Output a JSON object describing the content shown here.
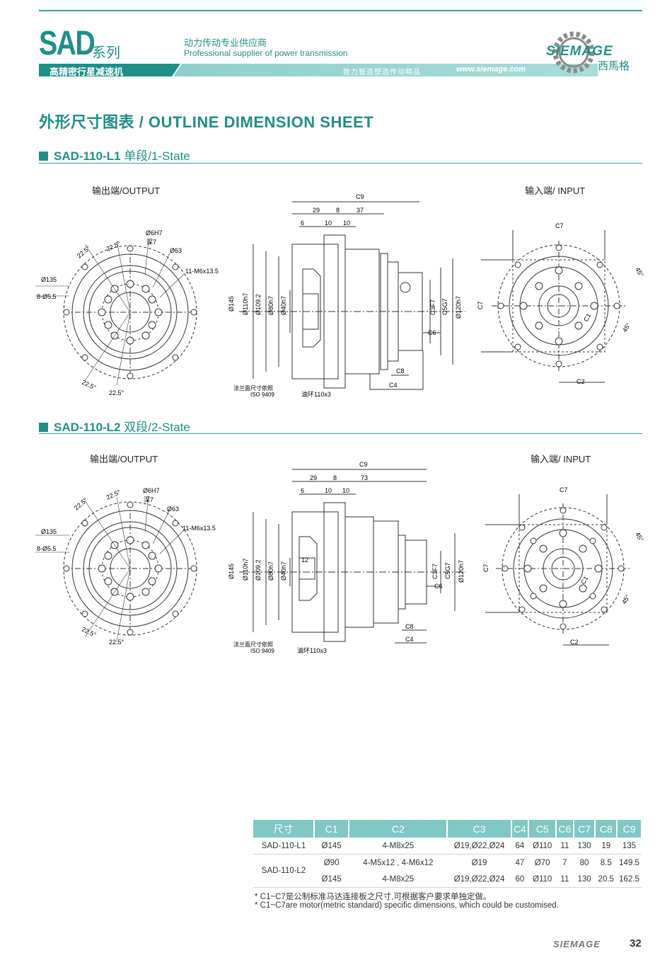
{
  "header": {
    "series_logo": "SAD",
    "series_word": "系列",
    "tagline_cn": "动力传动专业供应商",
    "tagline_en": "Professional supplier of power transmission",
    "bar_title": "高精密行星减速机",
    "bar_slogan": "致力智造塑造传动精品",
    "url": "www.siemage.com",
    "brand": "SIEMAGE",
    "brand_cn": "西馬格"
  },
  "sheet_title": "外形尺寸图表 / OUTLINE DIMENSION SHEET",
  "sections": [
    {
      "model": "SAD-110-L1",
      "stage": "单段/1-State",
      "output_label": "输出端/OUTPUT",
      "input_label": "输入端/ INPUT",
      "front": {
        "angle1": "22.5°",
        "angle2": "22.5°",
        "angle3": "22.5°",
        "angle4": "22.5°",
        "pin": "Ø6H7",
        "depth": "深7",
        "pcd": "Ø63",
        "thread": "11-M6x13.5",
        "bolt_circle": "Ø135",
        "holes": "8-Ø5.5"
      },
      "side": {
        "d29": "29",
        "d8": "8",
        "d37": "37",
        "d6": "6",
        "d10a": "10",
        "d10b": "10",
        "c9": "C9",
        "dia145": "Ø145",
        "dia110": "Ø110h7",
        "dia109": "Ø109.2",
        "dia80": "Ø80h7",
        "dia40": "Ø40h7",
        "c3": "C3F7",
        "c5": "C5G7",
        "dia120": "Ø120h7",
        "c6": "C6",
        "c8": "C8",
        "c4": "C4",
        "flange_note": "法兰面尺寸依照",
        "iso": "ISO 9409",
        "oil_ring": "油环110x3"
      },
      "rear": {
        "c7_top": "C7",
        "c7_side": "C7",
        "a45a": "45°",
        "a45b": "45°",
        "c1": "C1",
        "c2": "C2"
      }
    },
    {
      "model": "SAD-110-L2",
      "stage": "双段/2-State",
      "output_label": "输出端/OUTPUT",
      "input_label": "输入端/ INPUT",
      "front": {
        "angle1": "22.5°",
        "angle2": "22.5°",
        "angle3": "22.5°",
        "angle4": "22.5°",
        "pin": "Ø6H7",
        "depth": "深7",
        "pcd": "Ø63",
        "thread": "11-M6x13.5",
        "bolt_circle": "Ø135",
        "holes": "8-Ø5.5"
      },
      "side": {
        "d29": "29",
        "d8": "8",
        "d37": "73",
        "d6": "6",
        "d10a": "10",
        "d10b": "10",
        "c9": "C9",
        "dia145": "Ø145",
        "dia110": "Ø110h7",
        "dia109": "Ø109.2",
        "dia80": "Ø80h7",
        "dia40": "Ø40h7",
        "d12": "12",
        "c3": "C3F7",
        "c5": "C5G7",
        "dia120": "Ø120h7",
        "c6": "C6",
        "c8": "C8",
        "c4": "C4",
        "flange_note": "法兰面尺寸依照",
        "iso": "ISO 9409",
        "oil_ring": "油环110x3"
      },
      "rear": {
        "c7_top": "C7",
        "c7_side": "C7",
        "a45a": "45°",
        "a45b": "45°",
        "c1": "C1",
        "c2": "C2"
      }
    }
  ],
  "table": {
    "headers": [
      "尺寸",
      "C1",
      "C2",
      "C3",
      "C4",
      "C5",
      "C6",
      "C7",
      "C8",
      "C9"
    ],
    "rows": [
      [
        "SAD-110-L1",
        "Ø145",
        "4-M8x25",
        "Ø19,Ø22,Ø24",
        "64",
        "Ø110",
        "11",
        "130",
        "19",
        "135"
      ],
      [
        "SAD-110-L2",
        "Ø90",
        "4-M5x12 , 4-M6x12",
        "Ø19",
        "47",
        "Ø70",
        "7",
        "80",
        "8.5",
        "149.5"
      ],
      [
        "",
        "Ø145",
        "4-M8x25",
        "Ø19,Ø22,Ø24",
        "60",
        "Ø110",
        "11",
        "130",
        "20.5",
        "162.5"
      ]
    ]
  },
  "notes": [
    "* C1~C7是公制标准马达连接板之尺寸,可根据客户要求单独定做。",
    "* C1~C7are motor(metric standard)  specific dimensions, which could be customised."
  ],
  "footer": {
    "brand": "SIEMAGE",
    "page": "32"
  },
  "colors": {
    "accent": "#1f8f88",
    "accent_light": "#7fc8c3",
    "line": "#2fa39b"
  }
}
